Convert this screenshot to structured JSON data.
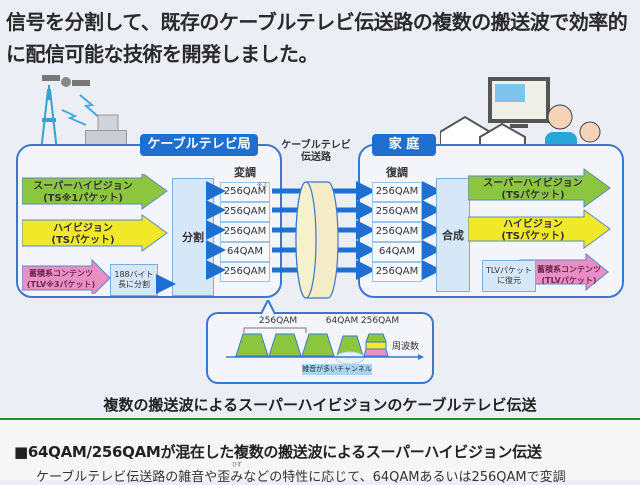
{
  "intro": {
    "line1": "信号を分割して、既存のケーブルテレビ伝送路の複数の搬送波で効率的",
    "line2": "に配信可能な技術を開発しました。"
  },
  "station": {
    "tag": "ケーブルテレビ局",
    "inputs": [
      {
        "line1": "スーパーハイビジョン",
        "line2": "(TS※1パケット)",
        "color": "#8cc63f"
      },
      {
        "line1": "ハイビジョン",
        "line2": "(TSパケット)",
        "color": "#f2e82a"
      },
      {
        "line1": "蓄積系コンテンツ",
        "line2": "(TLV※3パケット)",
        "color": "#ea8fc5"
      }
    ],
    "splitter_188": "188バイト長に分割",
    "split_label": "分割",
    "modulation_title": "変調",
    "modulation_note": "※2",
    "modulations": [
      "256QAM",
      "256QAM",
      "256QAM",
      "64QAM",
      "256QAM"
    ]
  },
  "channel": {
    "label_line1": "ケーブルテレビ",
    "label_line2": "伝送路"
  },
  "home": {
    "tag": "家 庭",
    "demodulation_title": "復調",
    "demodulations": [
      "256QAM",
      "256QAM",
      "256QAM",
      "64QAM",
      "256QAM"
    ],
    "combine_label": "合成",
    "tlv_restore": "TLVパケットに復元",
    "outputs": [
      {
        "line1": "スーパーハイビジョン",
        "line2": "(TSパケット)",
        "color": "#8cc63f"
      },
      {
        "line1": "ハイビジョン",
        "line2": "(TSパケット)",
        "color": "#f2e82a"
      },
      {
        "line1": "蓄積系コンテンツ",
        "line2": "(TLVパケット)",
        "color": "#ea8fc5"
      }
    ]
  },
  "spectrum": {
    "label_256_group": "256QAM",
    "label_64": "64QAM",
    "label_256_single": "256QAM",
    "axis_label": "周波数",
    "noise_label": "雑音が多いチャンネル"
  },
  "caption": "複数の搬送波によるスーパーハイビジョンのケーブルテレビ伝送",
  "section": {
    "heading": "■64QAM/256QAMが混在した複数の搬送波によるスーパーハイビジョン伝送",
    "body": "ケーブルテレビ伝送路の雑音や歪みなどの特性に応じて、64QAMあるいは256QAMで変調",
    "ruby": "ひず"
  },
  "colors": {
    "accent_blue": "#1f6fd0",
    "frame_blue": "#3a78cf",
    "divider_green": "#2e8a2e",
    "shv_green": "#8cc63f",
    "hd_yellow": "#f2e82a",
    "stored_pink": "#ea8fc5",
    "cable_cream": "#f3ecc6"
  }
}
